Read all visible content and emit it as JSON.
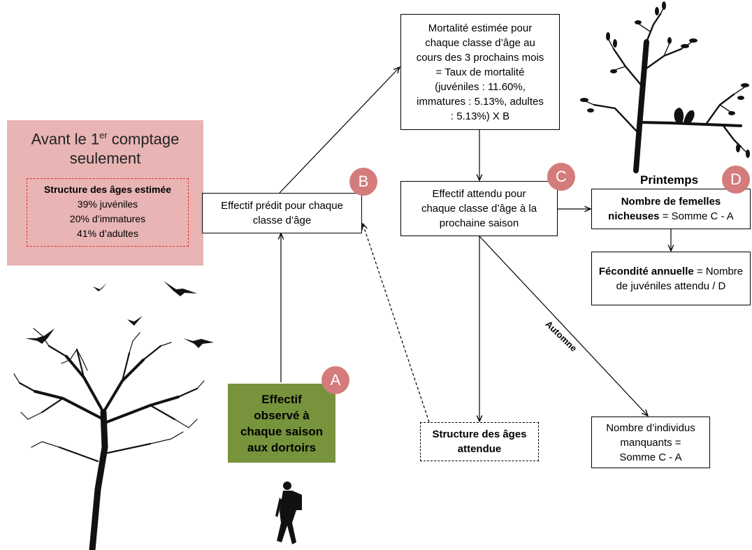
{
  "panel": {
    "title_prefix": "Avant le 1",
    "title_sup": "er",
    "title_rest": " comptage",
    "title_line2": "seulement",
    "structure_title": "Structure des âges estimée",
    "items": [
      "39% juvéniles",
      "20% d’immatures",
      "41% d’adultes"
    ]
  },
  "boxes": {
    "predicted": [
      "Effectif prédit pour chaque",
      "classe d’âge"
    ],
    "observed": [
      "Effectif",
      "observé à",
      "chaque saison",
      "aux dortoirs"
    ],
    "mortality": [
      "Mortalité estimée pour",
      "chaque classe d’âge au",
      "cours des 3 prochains mois",
      "= Taux de mortalité",
      "(juvéniles : 11.60%,",
      "immatures : 5.13%, adultes",
      ": 5.13%) X B"
    ],
    "expected": [
      "Effectif attendu pour",
      "chaque classe d’âge à la",
      "prochaine saison"
    ],
    "age_structure": [
      "Structure des âges",
      "attendue"
    ],
    "females_bold": "Nombre de femelles nicheuses",
    "females_rest": " = Somme C - A",
    "fecundity_bold": "Fécondité annuelle",
    "fecundity_rest": " = Nombre de juvéniles attendu / D",
    "missing": [
      "Nombre d’individus",
      "manquants =",
      "Somme C - A"
    ]
  },
  "badges": {
    "a": "A",
    "b": "B",
    "c": "C",
    "d": "D"
  },
  "labels": {
    "printemps": "Printemps",
    "automne": "Automne"
  },
  "colors": {
    "panel": "#e8b4b4",
    "observed": "#77933c",
    "badge": "#d47b7b",
    "dashed_red": "#e03030",
    "silhouette": "#111111"
  },
  "icons": [
    "bare-tree-silhouette",
    "flying-birds-silhouette",
    "hiker-silhouette",
    "tree-with-birds-silhouette"
  ]
}
